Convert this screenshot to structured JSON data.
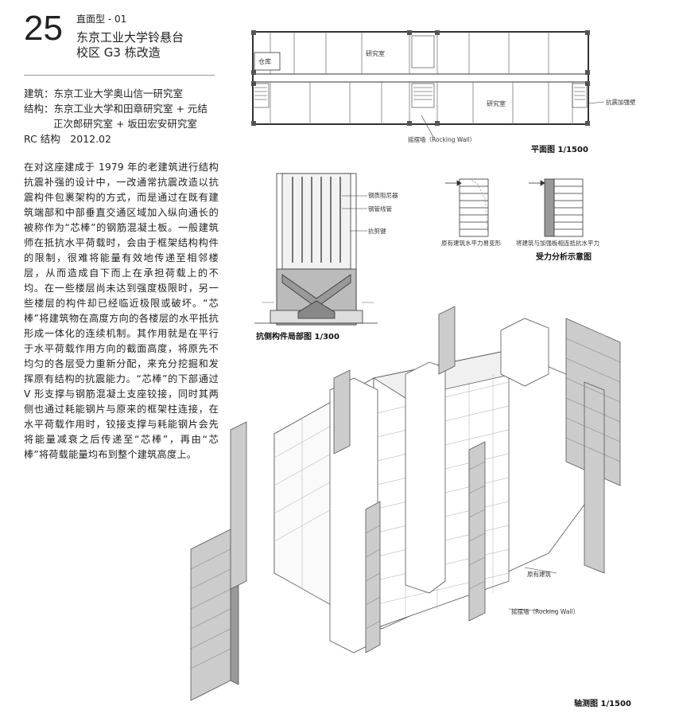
{
  "header": {
    "number": "25",
    "type": "直面型 - 01",
    "title_line1": "东京工业大学铃悬台",
    "title_line2": "校区 G3 栋改造"
  },
  "credits": {
    "architecture": "建筑：东京工业大学奥山信一研究室",
    "structure_line1": "结构：东京工业大学和田章研究室 + 元结",
    "structure_line2": "正次郎研究室 + 坂田宏安研究室",
    "meta": "RC 结构　2012.02"
  },
  "body_text": "在对这座建成于 1979 年的老建筑进行结构抗震补强的设计中，一改通常抗震改造以抗震构件包裹架构的方式，而是通过在既有建筑端部和中部垂直交通区域加入纵向通长的被称作为“芯棒”的钢筋混凝土板。一般建筑师在抵抗水平荷载时，会由于框架结构构件的限制，很难将能量有效地传递至相邻楼层，从而造成自下而上在承担荷载上的不均。在一些楼层尚未达到强度极限时，另一些楼层的构件却已经临近极限或破坏。“芯棒”将建筑物在高度方向的各楼层的水平抵抗形成一体化的连续机制。其作用就是在平行于水平荷载作用方向的截面高度，将原先不均匀的各层受力重新分配，来充分挖掘和发挥原有结构的抗震能力。“芯棒”的下部通过 V 形支撑与钢筋混凝土支座铰接，同时其两侧也通过耗能钢片与原来的框架柱连接，在水平荷载作用时，铰接支撑与耗能钢片会先将能量减衰之后传递至“芯棒”，再由“芯棒”将荷载能量均布到整个建筑高度上。",
  "plan": {
    "rooms": [
      "仓库",
      "研究室",
      "研究室"
    ],
    "label_wall": "抗震加强壁",
    "label_rocking": "摇摆墙（Rocking Wall）",
    "caption": "平面图  1/1500"
  },
  "detail": {
    "labels": [
      "钢质阻尼器",
      "钢管线管",
      "抗剪键"
    ],
    "caption": "抗侧构件局部图  1/300"
  },
  "analysis": {
    "label_left": "原有建筑水平力易变形",
    "label_right": "将建筑与加强板相连抵抗水平力",
    "caption": "受力分析示意图"
  },
  "axo": {
    "label_existing": "原有建筑",
    "label_rocking": "摇摆墙（Rocking Wall）",
    "caption": "轴测图  1/1500"
  }
}
